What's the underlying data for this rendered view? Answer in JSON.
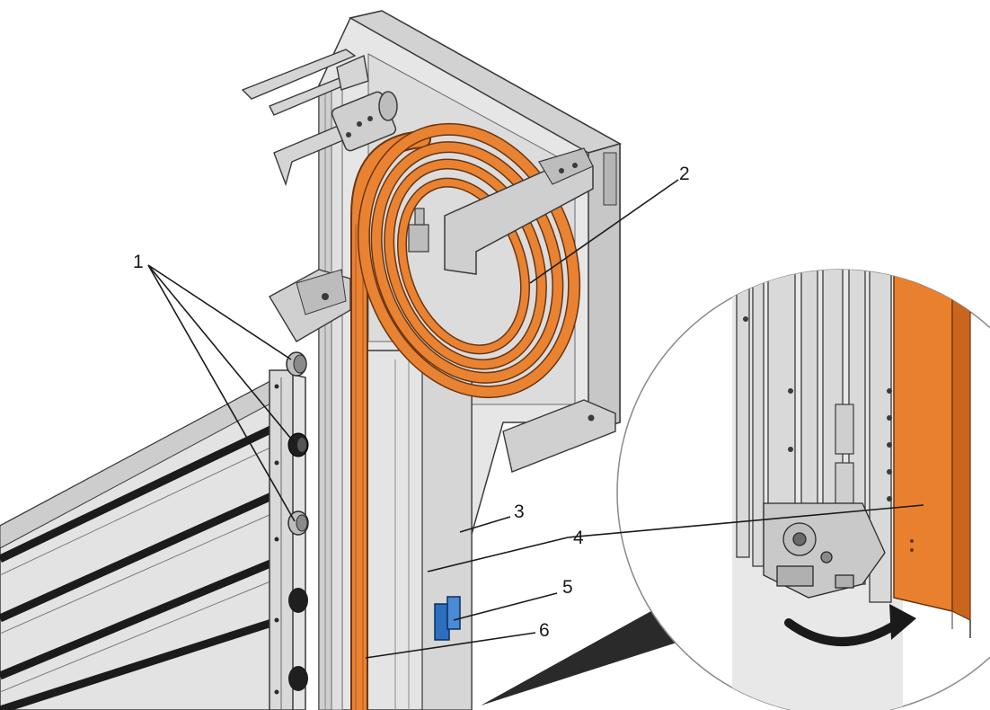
{
  "callouts": [
    {
      "id": "1",
      "label": "1"
    },
    {
      "id": "2",
      "label": "2"
    },
    {
      "id": "3",
      "label": "3"
    },
    {
      "id": "4",
      "label": "4"
    },
    {
      "id": "5",
      "label": "5"
    },
    {
      "id": "6",
      "label": "6"
    }
  ],
  "colors": {
    "belt": "#e98332",
    "frame_light": "#e6e6e6",
    "frame_mid": "#cfcfcf",
    "frame_dark": "#9a9a9a",
    "outline": "#3a3a3a",
    "latch": "#2c6fbf",
    "slat_stripe": "#1b1b1b",
    "curtain_in_detail": "#e9802e"
  }
}
